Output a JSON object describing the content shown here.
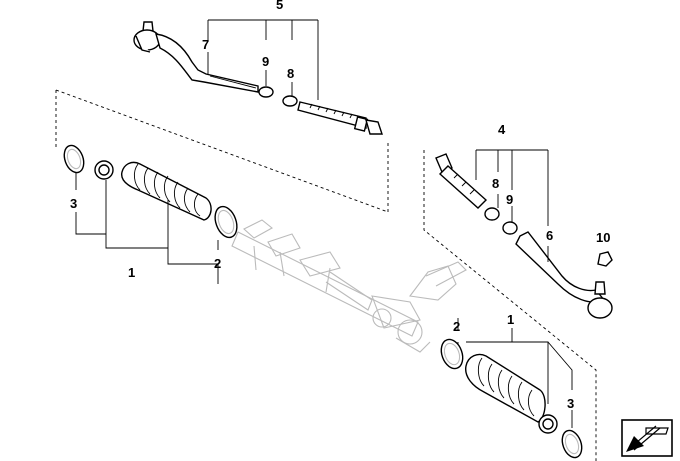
{
  "labels": {
    "top_5": "5",
    "top_7": "7",
    "top_9": "9",
    "top_8": "8",
    "right_4": "4",
    "right_8": "8",
    "right_9": "9",
    "right_6": "6",
    "right_10": "10",
    "left_3": "3",
    "left_1": "1",
    "left_2": "2",
    "lower_2": "2",
    "lower_1": "1",
    "lower_3": "3"
  },
  "nav_icon": "arrow-back-icon"
}
